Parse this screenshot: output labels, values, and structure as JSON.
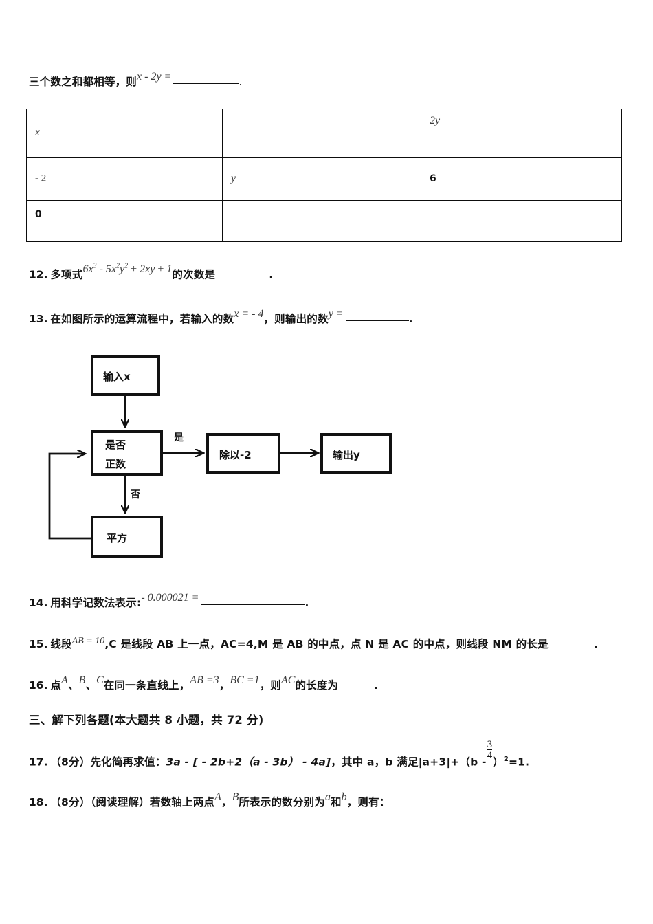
{
  "document": {
    "type": "math-exam-page",
    "language": "zh-CN",
    "page_background": "#ffffff",
    "ink_color": "#111111"
  },
  "intro": {
    "lead_cn": "三个数之和都相等，则",
    "math": "x - 2y =",
    "trailing_dot": "."
  },
  "table": {
    "rows": [
      {
        "col1": "x",
        "col2": "",
        "col3": "2y"
      },
      {
        "col1": "- 2",
        "col2": "y",
        "col3": "6"
      },
      {
        "col1": "0",
        "col2": "",
        "col3": ""
      }
    ]
  },
  "questions": [
    {
      "number": "12.",
      "prefix_cn": "多项式",
      "math": "6x³ - 5x²y² + 2xy + 1",
      "suffix_cn": "的次数是",
      "blank": "________",
      "end": "."
    },
    {
      "number": "13.",
      "prefix_cn": "在如图所示的运算流程中，若输入的数",
      "math1": "x = - 4",
      "mid_cn": "，则输出的数",
      "math2": "y =",
      "blank": "_________",
      "end": "."
    },
    {
      "number": "14.",
      "prefix_cn": "用科学记数法表示:",
      "math": "- 0.000021 =",
      "blank": "______________",
      "end": "."
    },
    {
      "number": "15.",
      "prefix_cn": "线段",
      "math": "AB = 10",
      "body_cn": ",C 是线段 AB 上一点，AC=4,M 是 AB 的中点，点 N 是 AC 的中点，则线段 NM 的长是",
      "blank": "_______",
      "end": "."
    },
    {
      "number": "16.",
      "prefix_cn": "点",
      "pointA": "A",
      "sep1": "、",
      "pointB": "B",
      "sep2": "、",
      "pointC": "C",
      "body_cn": "在同一条直线上，",
      "math1": "AB =3",
      "comma1": "，",
      "math2": "BC =1",
      "comma2": "，则",
      "math3": "AC",
      "tail_cn": "的长度为",
      "blank": "_____",
      "end": "."
    }
  ],
  "flowchart": {
    "title_ref": "运算流程图",
    "nodes": [
      {
        "id": "input",
        "label": "输入x"
      },
      {
        "id": "decision",
        "label_line1": "是否",
        "label_line2": "正数"
      },
      {
        "id": "divide",
        "label": "除以-2"
      },
      {
        "id": "output",
        "label": "输出y"
      },
      {
        "id": "square",
        "label": "平方"
      }
    ],
    "edge_labels": {
      "yes": "是",
      "no": "否"
    }
  },
  "section": {
    "heading": "三、解下列各题(本大题共 8 小题，共 72 分)"
  },
  "solve_questions": [
    {
      "number": "17.",
      "score": "（8分）",
      "lead_cn": "先化简再求值：",
      "expr": "3a - [ - 2b+2（a - 3b） - 4a]",
      "mid_cn": "，其中 a，b 满足|a+3|+（b -",
      "frac_num": "3",
      "frac_den": "4",
      "tail": "）",
      "power": "2",
      "eq": "=1."
    },
    {
      "number": "18.",
      "score": "（8分）",
      "tag": "（阅读理解）",
      "lead_cn": "若数轴上两点",
      "pointA": "A",
      "comma1": "，",
      "pointB": "B",
      "mid_cn": "所表示的数分别为",
      "varA": "a",
      "and_cn": "和",
      "varB": "b",
      "tail_cn": "，则有："
    }
  ]
}
